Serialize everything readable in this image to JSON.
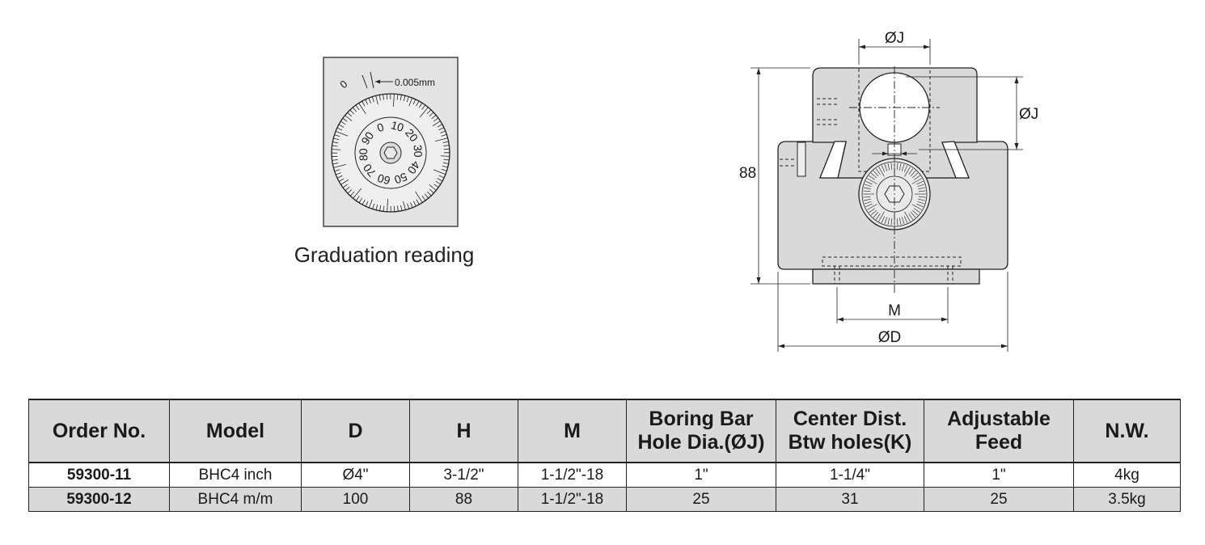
{
  "graduation": {
    "caption": "Graduation reading",
    "callout_zero": "0",
    "callout_step": "0.005mm",
    "dial_numbers": [
      "0",
      "10",
      "20",
      "30",
      "40",
      "50",
      "60",
      "70",
      "80",
      "90"
    ]
  },
  "dimensions": {
    "bore_top": "ØJ",
    "bore_side": "ØJ",
    "height": "88",
    "thread": "M",
    "diameter": "ØD"
  },
  "table": {
    "headers": [
      [
        "Order No."
      ],
      [
        "Model"
      ],
      [
        "D"
      ],
      [
        "H"
      ],
      [
        "M"
      ],
      [
        "Boring Bar",
        "Hole Dia.(ØJ)"
      ],
      [
        "Center Dist.",
        "Btw holes(K)"
      ],
      [
        "Adjustable",
        "Feed"
      ],
      [
        "N.W."
      ]
    ],
    "rows": [
      [
        "59300-11",
        "BHC4 inch",
        "Ø4\"",
        "3-1/2\"",
        "1-1/2\"-18",
        "1\"",
        "1-1/4\"",
        "1\"",
        "4kg"
      ],
      [
        "59300-12",
        "BHC4 m/m",
        "100",
        "88",
        "1-1/2\"-18",
        "25",
        "31",
        "25",
        "3.5kg"
      ]
    ]
  }
}
